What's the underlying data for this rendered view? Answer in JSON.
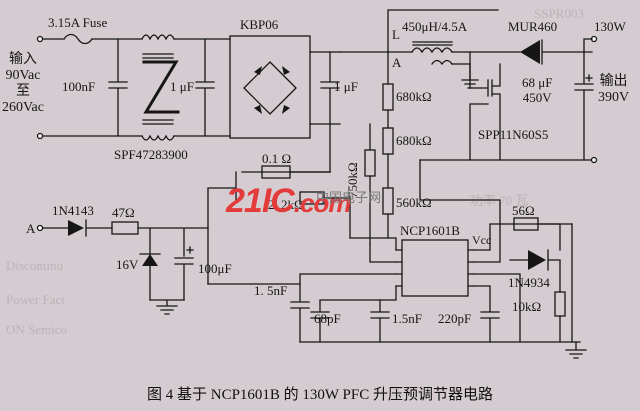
{
  "caption": "图 4  基于 NCP1601B 的 130W PFC 升压预调节器电路",
  "input": {
    "fuse": "3.15A Fuse",
    "label": "输入\n90Vac\n至\n260Vac"
  },
  "components": {
    "c_100n": "100nF",
    "common_mode_choke": "SPF47283900",
    "c_1u_in": "1 μF",
    "bridge": "KBP06",
    "c_1u_bridge": "1 μF",
    "inductor": "450μH/4.5A",
    "inductor_L": "L",
    "inductor_A": "A",
    "diode_boost": "MUR460",
    "out_power": "130W",
    "c_out": "68 μF\n450V",
    "out_label": "输出\n390V",
    "r_680k_1": "680kΩ",
    "r_680k_2": "680kΩ",
    "r_560k": "560kΩ",
    "r_750k": "750kΩ",
    "mosfet": "SPP11N60S5",
    "r_sense": "0.1 Ω",
    "r_2k2": "2. 2kΩ",
    "zener_1n4143": "1N4143",
    "a_node": "A",
    "r_47": "47Ω",
    "zener_16v": "16V",
    "c_100u": "100μF",
    "ic": "NCP1601B",
    "vcc": "Vcc",
    "r_56": "56Ω",
    "diode_1n4934": "1N4934",
    "r_10k": "10kΩ",
    "c_1n5_a": "1. 5nF",
    "c_68p": "68pF",
    "c_1n5_b": "1.5nF",
    "c_220p": "220pF"
  },
  "watermark": {
    "brand": "21IC",
    "domain": ".com",
    "cn": "中国电子网"
  },
  "ghost_text": {
    "left": [
      "Discontinu",
      "Power Fact",
      "ON Semico"
    ],
    "right": [
      "SSPR003",
      "功率 70 瓦"
    ]
  },
  "colors": {
    "ink": "#161616",
    "paper": "#d4ccd0",
    "watermark": "#e33a3a"
  }
}
